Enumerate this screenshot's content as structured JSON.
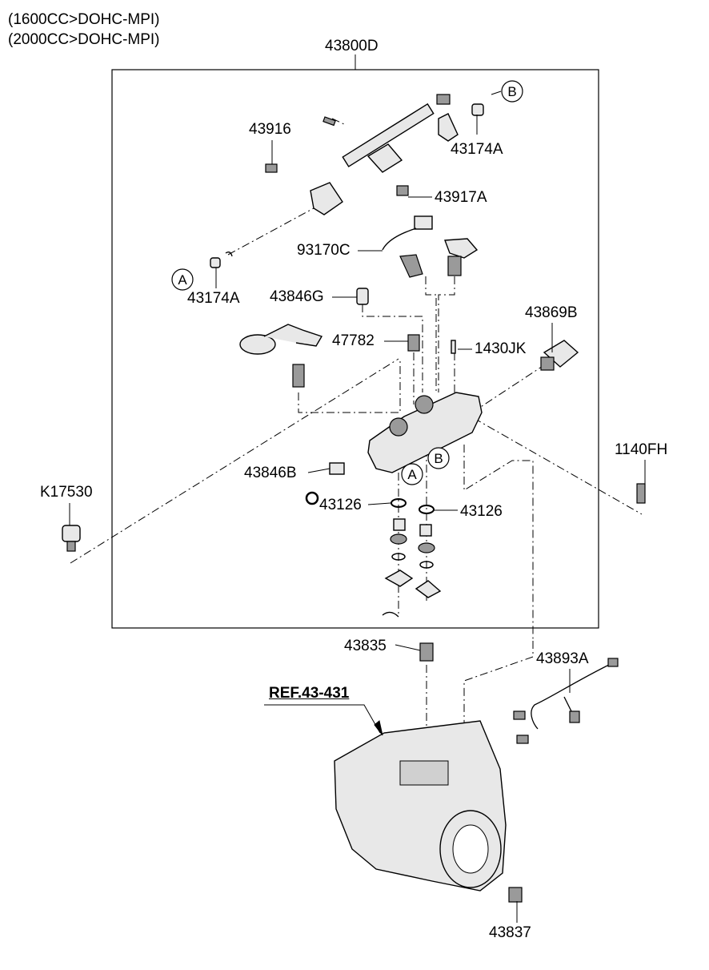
{
  "header": {
    "line1": "(1600CC>DOHC-MPI)",
    "line2": "(2000CC>DOHC-MPI)"
  },
  "assembly_label": "43800D",
  "labels": {
    "p43916": "43916",
    "p43174A_top": "43174A",
    "p43917A": "43917A",
    "p93170C": "93170C",
    "p43174A_left": "43174A",
    "p43846G": "43846G",
    "p43869B": "43869B",
    "p47782": "47782",
    "p1430JK": "1430JK",
    "p1140FH": "1140FH",
    "pK17530": "K17530",
    "p43846B": "43846B",
    "p43126_left": "43126",
    "p43126_right": "43126",
    "p43835": "43835",
    "p43893A": "43893A",
    "ref": "REF.43-431",
    "p43837": "43837"
  },
  "callouts": {
    "a1": "A",
    "a2": "A",
    "b1": "B",
    "b2": "B"
  },
  "colors": {
    "line": "#000000",
    "part_fill": "#e8e8e8",
    "dark_fill": "#9a9a9a"
  }
}
